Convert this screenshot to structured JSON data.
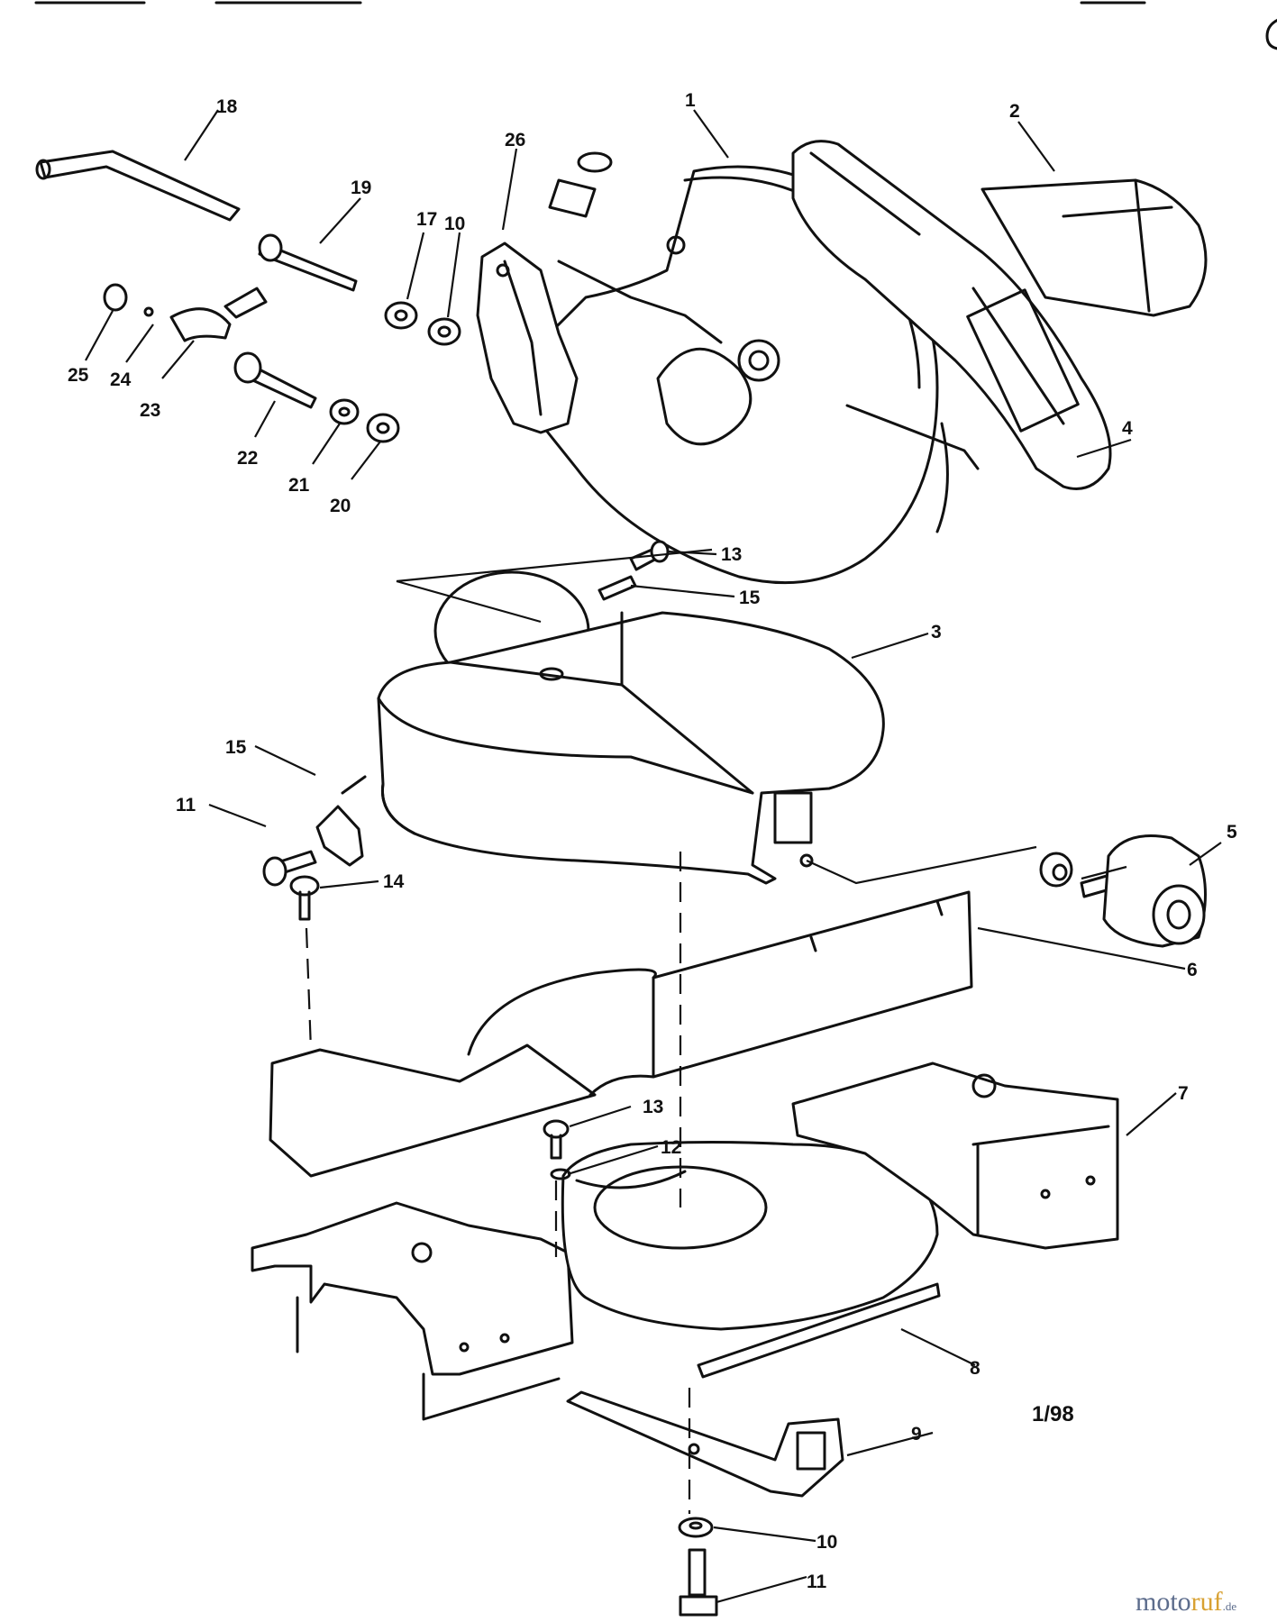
{
  "diagram": {
    "callouts": [
      "1",
      "2",
      "3",
      "4",
      "5",
      "6",
      "7",
      "8",
      "9",
      "10",
      "10",
      "11",
      "11",
      "12",
      "13",
      "13",
      "14",
      "15",
      "15",
      "17",
      "18",
      "19",
      "20",
      "21",
      "22",
      "23",
      "24",
      "25",
      "26"
    ],
    "date_code": "1/98",
    "watermark": {
      "part1": "moto",
      "part2": "ruf",
      "suffix": ".de"
    }
  }
}
